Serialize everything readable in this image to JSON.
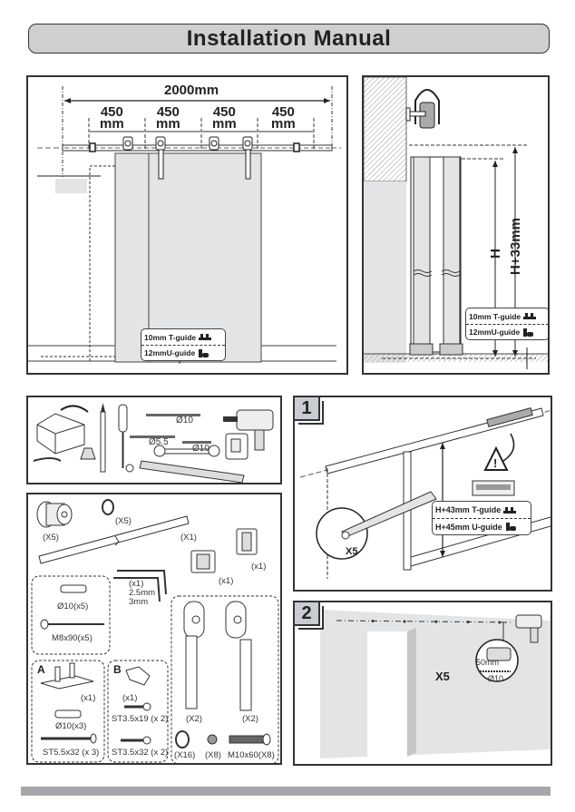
{
  "header": {
    "title": "Installation Manual"
  },
  "dimensions_panel": {
    "total_length": "2000mm",
    "spacings": [
      {
        "value": "450",
        "unit": "mm"
      },
      {
        "value": "450",
        "unit": "mm"
      },
      {
        "value": "450",
        "unit": "mm"
      },
      {
        "value": "450",
        "unit": "mm"
      }
    ],
    "guides": [
      {
        "label": "10mm T-guide",
        "icon": "t-guide-icon"
      },
      {
        "label": "12mmU-guide",
        "icon": "u-guide-icon"
      }
    ]
  },
  "side_panel": {
    "height_label": "H",
    "height_plus_label": "H+33mm",
    "guides": [
      {
        "label": "10mm T-guide",
        "icon": "t-guide-icon"
      },
      {
        "label": "12mmU-guide",
        "icon": "u-guide-icon"
      }
    ]
  },
  "tools_panel": {
    "drill_bits": [
      {
        "label": "Ø10"
      },
      {
        "label": "Ø5.5"
      },
      {
        "label": "Ø10"
      }
    ],
    "tools": [
      "toolbox-icon",
      "pencil-icon",
      "screwdriver-icon",
      "drill-bit-icon",
      "wrench-icon",
      "spirit-level-icon",
      "power-drill-icon",
      "tape-measure-icon"
    ]
  },
  "parts_panel": {
    "stopper_qty": "(X5)",
    "spacer_qty": "(X5)",
    "rail_qty": "(X1)",
    "hex_key": {
      "qty": "(x1)",
      "sizes": [
        "2.5mm",
        "3mm"
      ]
    },
    "guide_t_qty": "(x1)",
    "guide_u_qty": "(x1)",
    "anchor_group": {
      "anchor": "Ø10(x5)",
      "bolt": "M8x90(x5)"
    },
    "kit_a": {
      "letter": "A",
      "qty": "(x1)",
      "anchor": "Ø10(x3)",
      "screw": "ST5.5x32 (x 3)"
    },
    "kit_b": {
      "letter": "B",
      "qty": "(x1)",
      "screw1": "ST3.5x19 (x 2)",
      "screw2": "ST3.5x32 (x 2)"
    },
    "hanger_group": {
      "hanger_left_qty": "(X2)",
      "hanger_right_qty": "(X2)",
      "washer_qty": "(X16)",
      "nut_qty": "(X8)",
      "bolt": "M10x60(X8)"
    }
  },
  "step1": {
    "number": "1",
    "multiplier": "X5",
    "guides": [
      {
        "label": "H+43mm T-guide",
        "icon": "t-guide-icon"
      },
      {
        "label": "H+45mm U-guide",
        "icon": "u-guide-icon"
      }
    ]
  },
  "step2": {
    "number": "2",
    "multiplier": "X5",
    "depth": "50mm",
    "bit": "Ø10"
  },
  "colors": {
    "panel_border": "#333333",
    "door_fill": "#e3e4e6",
    "title_bg": "#cfcfd1",
    "footer_bar": "#a6a7ab",
    "step_badge": "#c9ccd2"
  }
}
